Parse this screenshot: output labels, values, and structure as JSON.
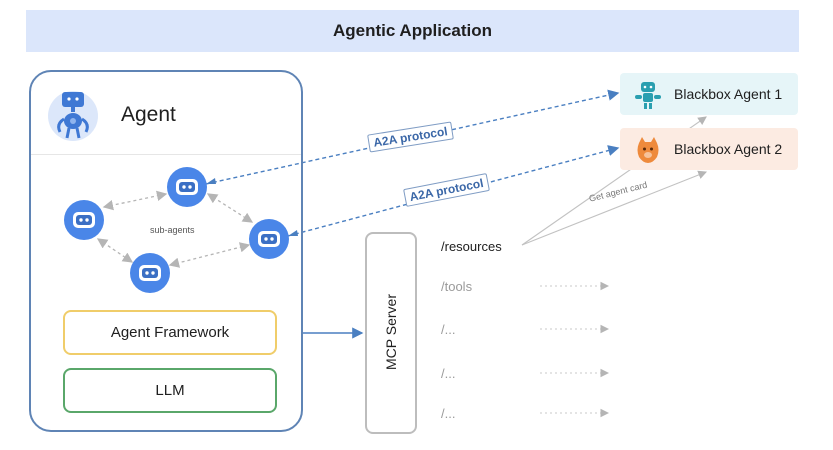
{
  "banner": {
    "title": "Agentic Application"
  },
  "agent": {
    "title": "Agent",
    "sub_agents_label": "sub-agents",
    "framework_label": "Agent Framework",
    "llm_label": "LLM"
  },
  "mcp": {
    "label": "MCP Server",
    "resources": [
      "/resources",
      "/tools",
      "/...",
      "/...",
      "/..."
    ]
  },
  "connections": {
    "a2a_label_1": "A2A protocol",
    "a2a_label_2": "A2A protocol",
    "agent_card_label": "Get agent card"
  },
  "blackbox": [
    {
      "name": "Blackbox Agent 1",
      "color": "#e6f5f8"
    },
    {
      "name": "Blackbox Agent 2",
      "color": "#fcebe2"
    }
  ],
  "colors": {
    "accent_blue": "#3c68a8",
    "robot_blue": "#4a86e8",
    "framework_border": "#f0cd6a",
    "llm_border": "#5aa76a",
    "banner": "#dbe6fb"
  }
}
